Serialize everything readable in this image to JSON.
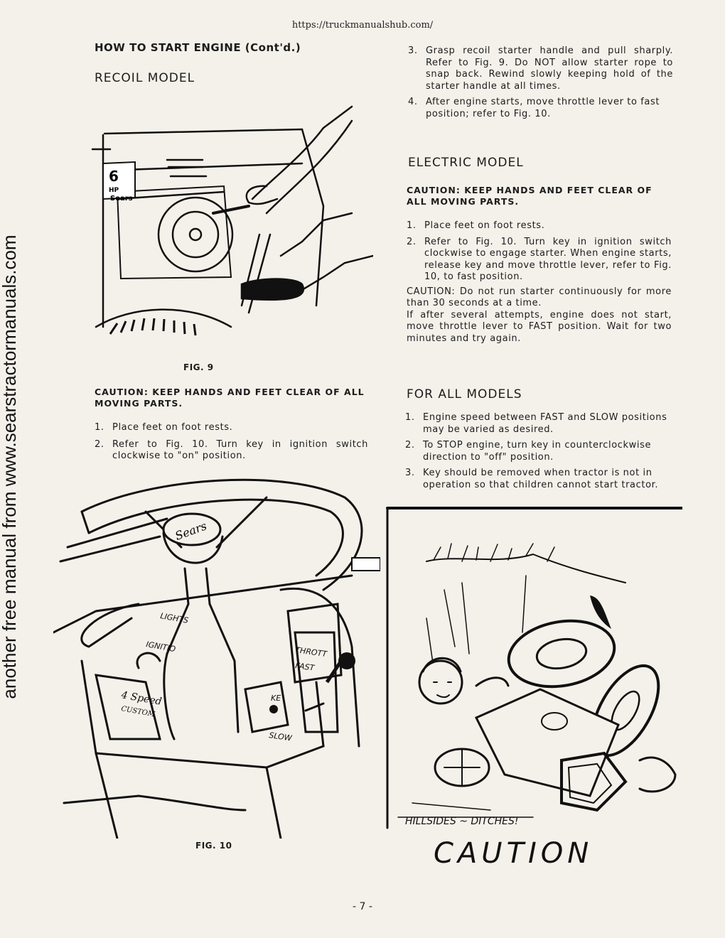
{
  "header_url": "https://truckmanualshub.com/",
  "side_watermark": "another free manual from www.searstractormanuals.com",
  "left": {
    "title": "HOW TO START ENGINE (Cont'd.)",
    "subtitle": "RECOIL MODEL",
    "fig9_label": "FIG. 9",
    "fig9_texts": {
      "hp_number": "6",
      "hp": "HP",
      "brand": "Sears"
    },
    "caution": "CAUTION: KEEP HANDS AND FEET CLEAR OF ALL MOVING PARTS.",
    "steps": [
      {
        "n": "1.",
        "text": "Place feet on foot rests."
      },
      {
        "n": "2.",
        "text": "Refer to Fig. 10. Turn key in ignition switch clockwise to \"on\" position."
      }
    ],
    "fig10_label": "FIG. 10",
    "fig10_texts": {
      "hub": "Sears",
      "lights": "LIGHTS",
      "ignition": "IGNITIO",
      "model_line1": "4 Speed",
      "model_line2": "CUSTOM",
      "throttle": "THROTT",
      "fast": "FAST",
      "ke": "KE",
      "slow": "SLOW"
    }
  },
  "right": {
    "steps": [
      {
        "n": "3.",
        "text": "Grasp recoil starter handle and pull sharply. Refer to Fig. 9. Do NOT allow starter rope to snap back. Rewind slowly keeping hold of the starter handle at all times."
      },
      {
        "n": "4.",
        "text": "After engine starts, move throttle lever to fast position; refer to Fig. 10."
      }
    ],
    "electric_title": "ELECTRIC MODEL",
    "electric_caution": "CAUTION: KEEP HANDS AND FEET CLEAR OF ALL MOVING PARTS.",
    "electric_steps": [
      {
        "n": "1.",
        "text": "Place feet on foot rests."
      },
      {
        "n": "2.",
        "text": "Refer to Fig. 10. Turn key in ignition switch clockwise to engage starter. When engine starts, release key and move throttle lever, refer to Fig. 10, to fast position."
      }
    ],
    "electric_note1": "CAUTION: Do not run starter continuously for more than 30 seconds at a time.",
    "electric_note2": "If after several attempts, engine does not start, move throttle lever to FAST position. Wait for two minutes and try again.",
    "all_title": "FOR ALL MODELS",
    "all_steps": [
      {
        "n": "1.",
        "text": "Engine speed between FAST and SLOW positions may be varied as desired."
      },
      {
        "n": "2.",
        "text": "To STOP engine, turn key in counterclockwise direction to \"off\" position."
      },
      {
        "n": "3.",
        "text": "Key should be removed when tractor is not in operation so that children cannot start tractor."
      }
    ],
    "cartoon_caption": "HILLSIDES ~ DITCHES!",
    "cartoon_title": "CAUTION"
  },
  "page_number": "- 7 -"
}
